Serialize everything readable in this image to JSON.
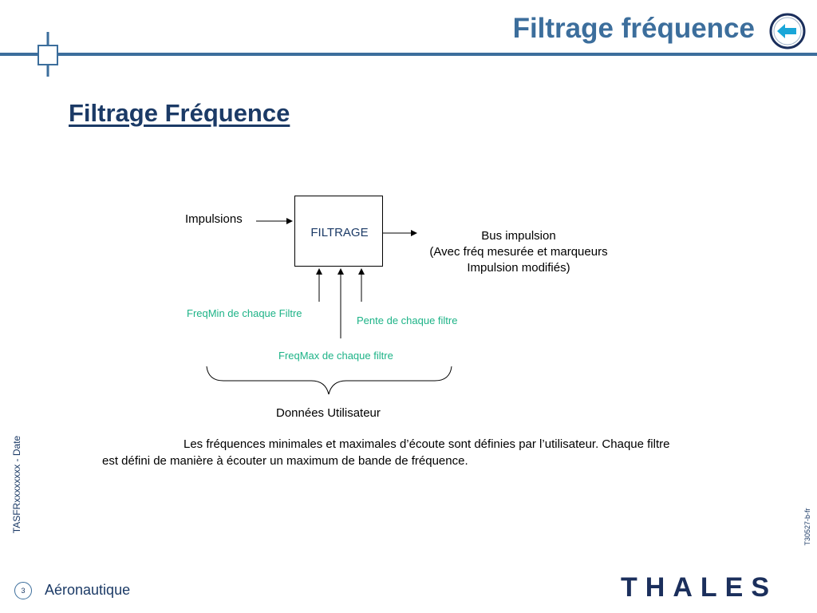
{
  "header": {
    "title": "Filtrage fréquence",
    "back_icon": "arrow-left-circle-icon",
    "accent_color": "#3c6e9c"
  },
  "slide": {
    "title": "Filtrage Fréquence"
  },
  "diagram": {
    "input_label": "Impulsions",
    "box_label": "FILTRAGE",
    "output_lines": [
      "Bus impulsion",
      "(Avec fréq mesurée et marqueurs",
      "Impulsion modifiés)"
    ],
    "param_freqmin": "FreqMin de chaque Filtre",
    "param_pente": "Pente de chaque filtre",
    "param_freqmax": "FreqMax de chaque filtre",
    "brace_label": "Données Utilisateur",
    "param_color": "#1db387"
  },
  "body": {
    "line1": "Les fréquences minimales et maximales d’écoute sont définies par l’utilisateur. Chaque filtre",
    "line2": "est défini de manière à écouter un maximum de bande de fréquence."
  },
  "footer": {
    "page_number": "3",
    "section": "Aéronautique",
    "side_reference": "TASFRxxxxxxxx - Date",
    "doc_code": "T30527-b-fr",
    "logo": "THALES"
  }
}
